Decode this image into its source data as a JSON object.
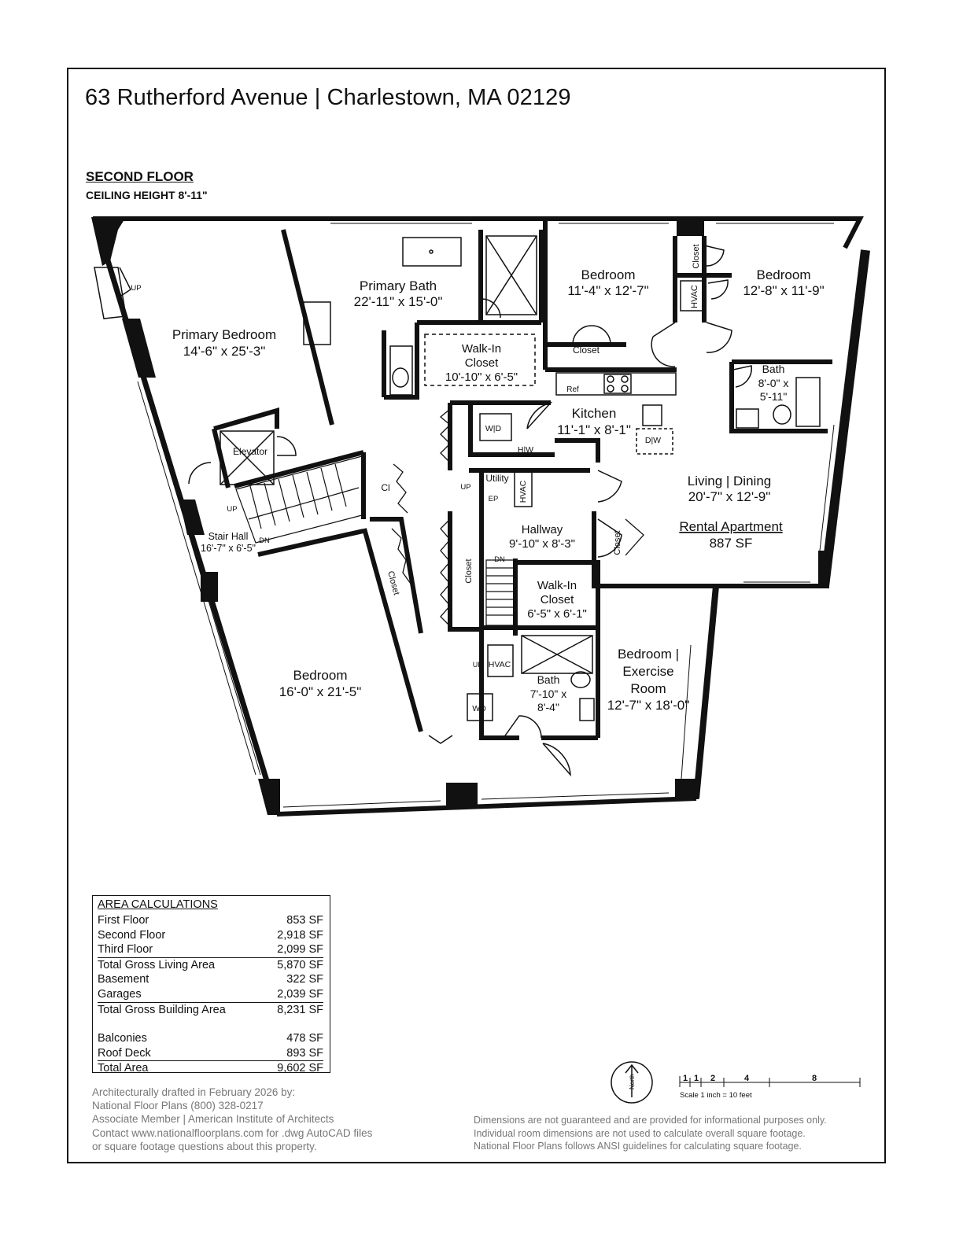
{
  "header": {
    "title": "63 Rutherford Avenue | Charlestown, MA 02129",
    "floor_name": "SECOND FLOOR",
    "ceiling": "CEILING HEIGHT 8'-11\""
  },
  "rooms": {
    "primary_bath": {
      "name": "Primary Bath",
      "dims": "22'-11\" x 15'-0\""
    },
    "primary_bedroom": {
      "name": "Primary Bedroom",
      "dims": "14'-6\" x 25'-3\""
    },
    "bedroom_1": {
      "name": "Bedroom",
      "dims": "11'-4\" x 12'-7\""
    },
    "bedroom_2": {
      "name": "Bedroom",
      "dims": "12'-8\" x 11'-9\""
    },
    "walkin_1": {
      "name1": "Walk-In",
      "name2": "Closet",
      "dims": "10'-10\" x 6'-5\""
    },
    "kitchen": {
      "name": "Kitchen",
      "dims": "11'-1\" x 8'-1\""
    },
    "bath_1": {
      "name": "Bath",
      "dims1": "8'-0\" x",
      "dims2": "5'-11\""
    },
    "living": {
      "name": "Living | Dining",
      "dims": "20'-7\" x 12'-9\""
    },
    "rental": {
      "name": "Rental Apartment",
      "area": "887 SF"
    },
    "hallway": {
      "name": "Hallway",
      "dims": "9'-10\" x 8'-3\""
    },
    "stair_hall": {
      "name": "Stair Hall",
      "dims": "16'-7\" x 6'-5\""
    },
    "walkin_2": {
      "name1": "Walk-In",
      "name2": "Closet",
      "dims": "6'-5\" x 6'-1\""
    },
    "bedroom_3": {
      "name": "Bedroom",
      "dims": "16'-0\" x 21'-5\""
    },
    "bedroom_exercise": {
      "name1": "Bedroom |",
      "name2": "Exercise",
      "name3": "Room",
      "dims": "12'-7\" x 18'-0\""
    },
    "bath_2": {
      "name": "Bath",
      "dims1": "7'-10\" x",
      "dims2": "8'-4\""
    }
  },
  "fixtures": {
    "elevator": "Elevator",
    "closet": "Closet",
    "cl": "Cl",
    "hvac": "HVAC",
    "ref": "Ref",
    "wd_slash": "W|D",
    "hw": "H|W",
    "dw": "D|W",
    "utility": "Utility",
    "ep": "EP",
    "up": "UP",
    "dn": "DN",
    "wd": "WD"
  },
  "area_calculations": {
    "header": "AREA CALCULATIONS",
    "rows": [
      {
        "label": "First Floor",
        "value": "853 SF"
      },
      {
        "label": "Second Floor",
        "value": "2,918 SF"
      },
      {
        "label": "Third Floor",
        "value": "2,099 SF"
      },
      {
        "label": "Total Gross Living Area",
        "value": "5,870 SF"
      },
      {
        "label": "Basement",
        "value": "322 SF"
      },
      {
        "label": "Garages",
        "value": "2,039 SF"
      },
      {
        "label": "Total Gross Building Area",
        "value": "8,231 SF"
      },
      {
        "label": "Balconies",
        "value": "478 SF"
      },
      {
        "label": "Roof Deck",
        "value": "893 SF"
      },
      {
        "label": "Total Area",
        "value": "9,602 SF"
      }
    ]
  },
  "compass": {
    "label": "North"
  },
  "scale": {
    "ticks": [
      "1",
      "1",
      "2",
      "4",
      "8"
    ],
    "caption": "Scale 1 inch = 10 feet"
  },
  "footer": {
    "drafted_lines": [
      "Architecturally drafted in February 2026 by:",
      "National Floor Plans   (800) 328-0217",
      "Associate Member | American Institute of Architects",
      "Contact www.nationalfloorplans.com for .dwg AutoCAD files",
      "or square footage questions about this property."
    ],
    "disclaimer_lines": [
      "Dimensions are not guaranteed and are provided for informational purposes only.",
      "Individual room dimensions are not used to calculate overall square footage.",
      "National Floor Plans follows ANSI guidelines for calculating square footage."
    ]
  }
}
